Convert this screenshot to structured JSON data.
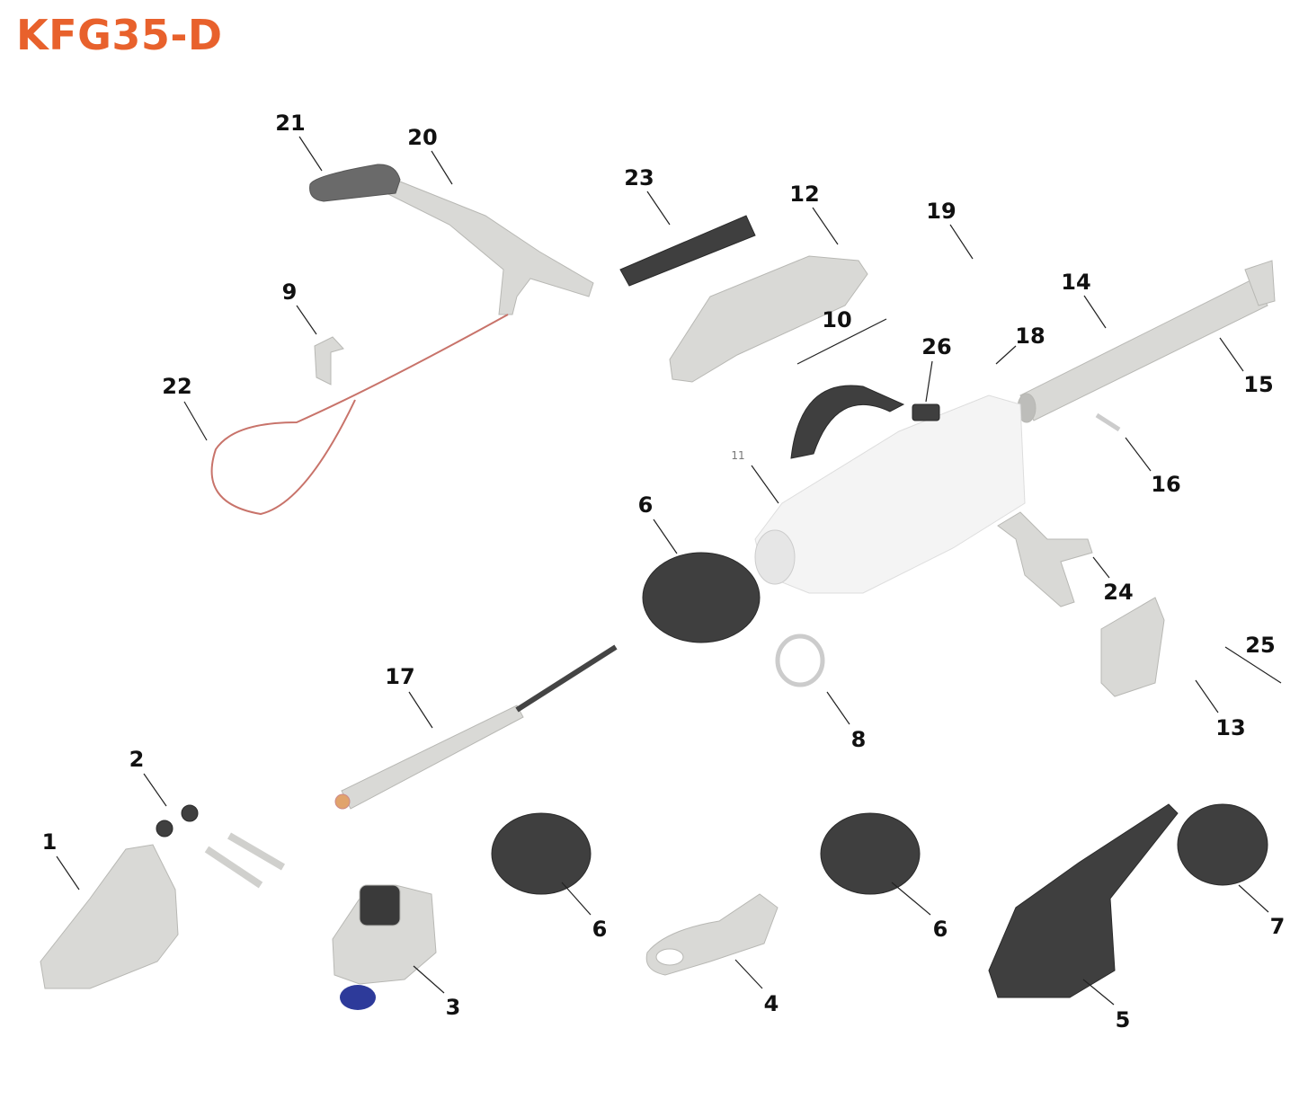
{
  "title": "KFG35-D",
  "colors": {
    "title": "#E8612C",
    "part_light": "#d9d9d6",
    "part_dark": "#3a3a3a",
    "cable": "#c8736a",
    "housing": "#f4f4f4"
  },
  "labels": [
    {
      "text": "1"
    },
    {
      "text": "2"
    },
    {
      "text": "3"
    },
    {
      "text": "4"
    },
    {
      "text": "5"
    },
    {
      "text": "6"
    },
    {
      "text": "6"
    },
    {
      "text": "6"
    },
    {
      "text": "7"
    },
    {
      "text": "8"
    },
    {
      "text": "9"
    },
    {
      "text": "10"
    },
    {
      "text": "11"
    },
    {
      "text": "12"
    },
    {
      "text": "13"
    },
    {
      "text": "14"
    },
    {
      "text": "15"
    },
    {
      "text": "16"
    },
    {
      "text": "17"
    },
    {
      "text": "18"
    },
    {
      "text": "19"
    },
    {
      "text": "20"
    },
    {
      "text": "21"
    },
    {
      "text": "22"
    },
    {
      "text": "23"
    },
    {
      "text": "24"
    },
    {
      "text": "25"
    },
    {
      "text": "26"
    }
  ]
}
